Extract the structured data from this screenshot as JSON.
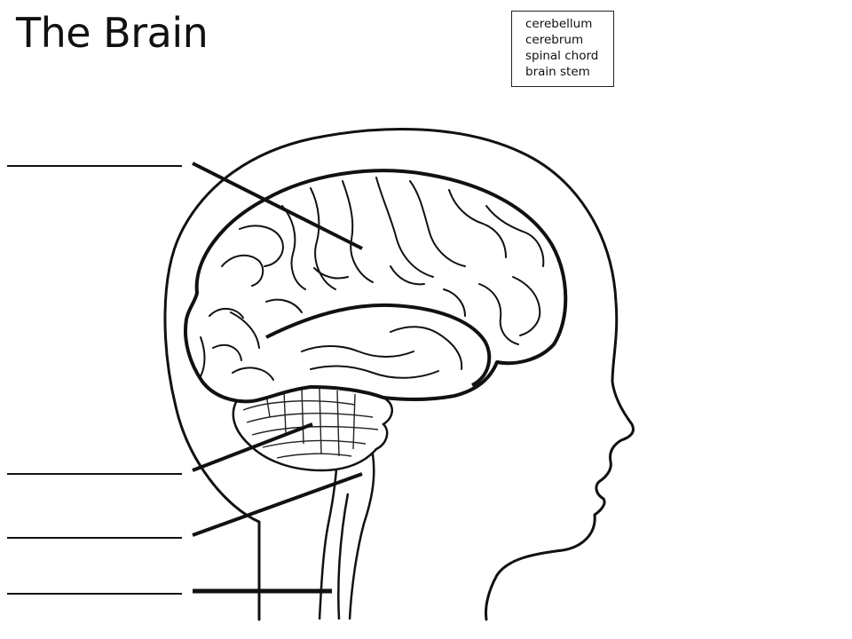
{
  "title": "The Brain",
  "word_bank": {
    "items": [
      "cerebellum",
      "cerebrum",
      "spinal chord",
      "brain stem"
    ]
  },
  "answer_blanks": [
    "",
    "",
    "",
    ""
  ]
}
